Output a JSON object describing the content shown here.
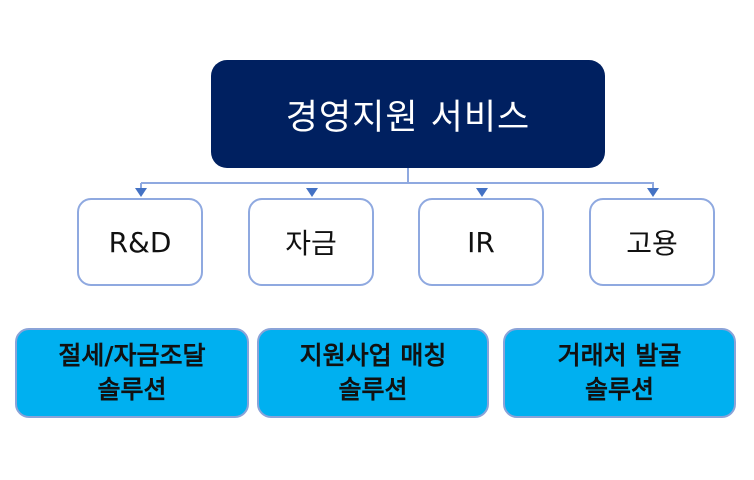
{
  "root": {
    "label": "경영지원 서비스",
    "color": "#002060"
  },
  "categories": [
    {
      "label": "R&D"
    },
    {
      "label": "자금"
    },
    {
      "label": "IR"
    },
    {
      "label": "고용"
    }
  ],
  "solutions": [
    {
      "line1": "절세/자금조달",
      "line2": "솔루션"
    },
    {
      "line1": "지원사업 매칭",
      "line2": "솔루션"
    },
    {
      "line1": "거래처 발굴",
      "line2": "솔루션"
    }
  ],
  "colors": {
    "connector": "#4472c4",
    "solution_fill": "#00b0f0",
    "category_border": "#8fa9e0"
  }
}
